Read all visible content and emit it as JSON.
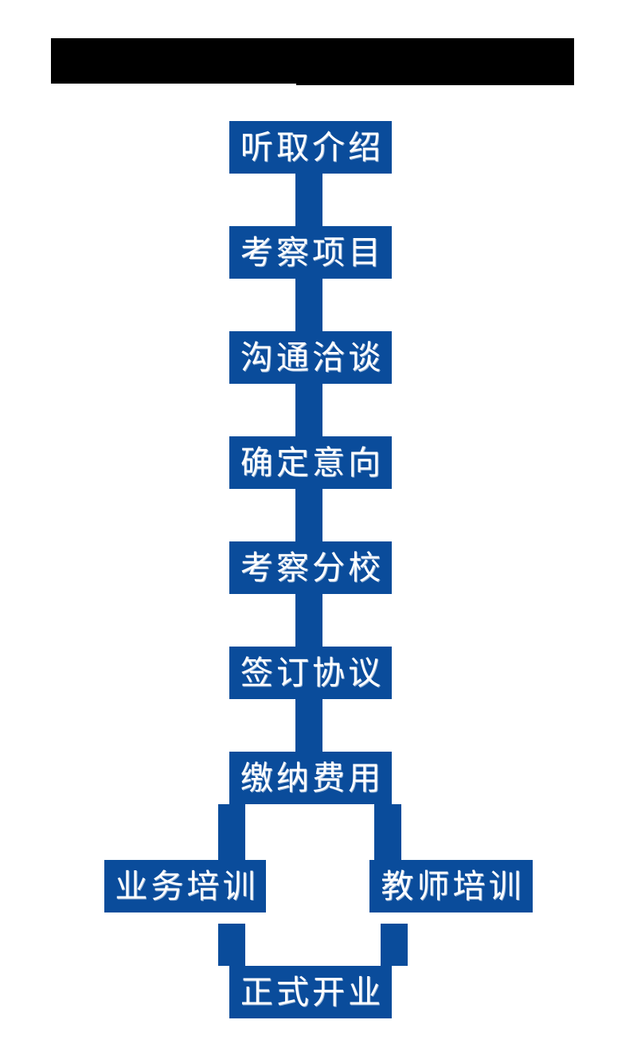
{
  "page": {
    "title_bar": {
      "state": "redacted",
      "color": "#000000",
      "text": ""
    },
    "background_color": "#ffffff",
    "accent_color": "#0a4c9b",
    "text_color": "#ffffff"
  },
  "flowchart": {
    "type": "vertical-process-flow",
    "orientation": "top-to-bottom",
    "steps": [
      {
        "id": "step-1",
        "label": "听取介绍"
      },
      {
        "id": "step-2",
        "label": "考察项目"
      },
      {
        "id": "step-3",
        "label": "沟通洽谈"
      },
      {
        "id": "step-4",
        "label": "确定意向"
      },
      {
        "id": "step-5",
        "label": "考察分校"
      },
      {
        "id": "step-6",
        "label": "签订协议"
      },
      {
        "id": "step-7",
        "label": "缴纳费用"
      }
    ],
    "branch": {
      "left": {
        "id": "step-8",
        "label": "业务培训"
      },
      "right": {
        "id": "step-9",
        "label": "教师培训"
      }
    },
    "final": {
      "id": "step-10",
      "label": "正式开业"
    }
  }
}
